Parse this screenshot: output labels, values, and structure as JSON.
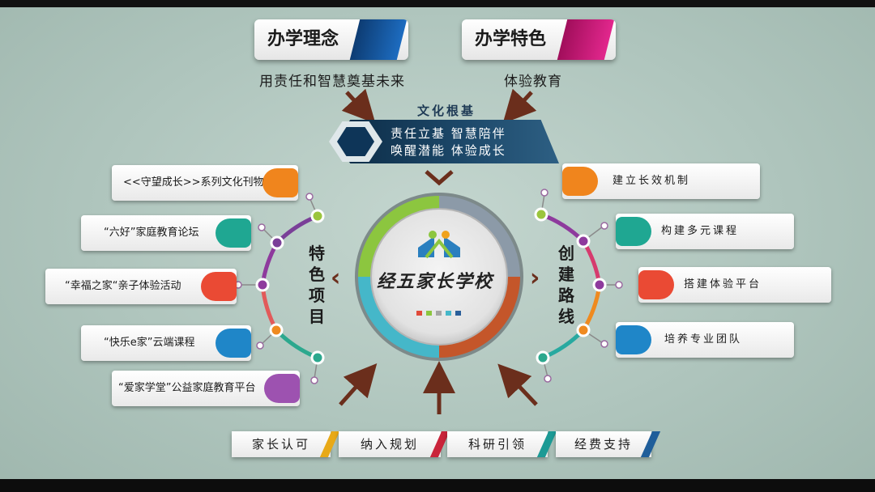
{
  "captions": [
    {
      "text": "办学理念",
      "color": "#1d5fa8"
    },
    {
      "text": "办学特色",
      "color": "#d81b7c"
    }
  ],
  "quotes": {
    "philosophy": "用责任和智慧奠基未来",
    "feature": "体验教育"
  },
  "root": {
    "label": "文化根基",
    "line1": "责任立基  智慧陪伴",
    "line2": "唤醒潜能  体验成长"
  },
  "center": {
    "name": "经五家长学校"
  },
  "left_title": "特色项目",
  "right_title": "创建路线",
  "left_items": [
    {
      "text": "<<守望成长>>系列文化刊物",
      "color": "#f0851d"
    },
    {
      "text": "“六好”家庭教育论坛",
      "color": "#1fa792"
    },
    {
      "text": "“幸福之家“亲子体验活动",
      "color": "#ea4a34"
    },
    {
      "text": "“快乐e家”云端课程",
      "color": "#1f86c8"
    },
    {
      "text": "“爱家学堂”公益家庭教育平台",
      "color": "#9d52b0"
    }
  ],
  "right_items": [
    {
      "text": "建立长效机制",
      "color": "#f0851d"
    },
    {
      "text": "构建多元课程",
      "color": "#1fa792"
    },
    {
      "text": "搭建体验平台",
      "color": "#ea4a34"
    },
    {
      "text": "培养专业团队",
      "color": "#1f86c8"
    }
  ],
  "supports": [
    {
      "text": "家长认可",
      "color": "#e8a917"
    },
    {
      "text": "纳入规划",
      "color": "#c9243a"
    },
    {
      "text": "科研引领",
      "color": "#1c9a95"
    },
    {
      "text": "经费支持",
      "color": "#1f5e9a"
    }
  ],
  "colors": {
    "arrow": "#6b2e1c",
    "ring_green": "#8cc63f",
    "ring_gray": "#8c9aa8",
    "ring_orange": "#c4562a",
    "ring_cyan": "#45b7c9"
  }
}
